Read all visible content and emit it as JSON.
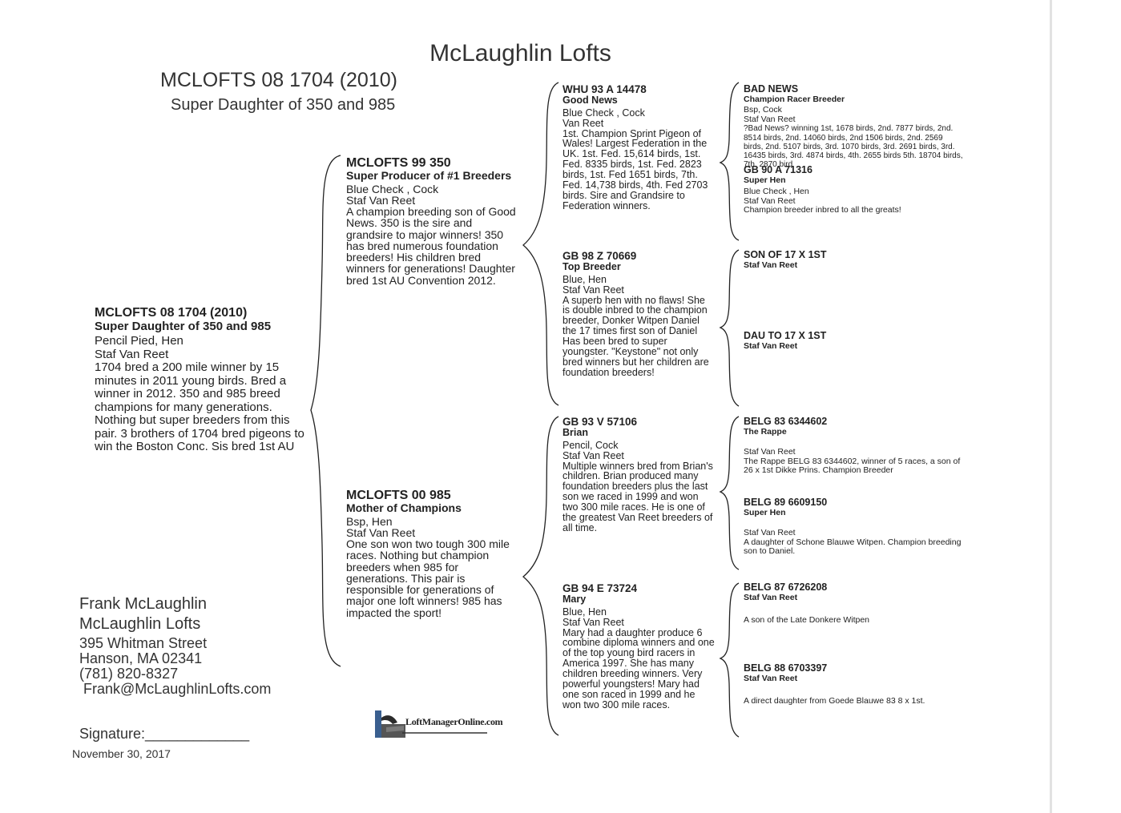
{
  "header": {
    "site_title": "McLaughlin Lofts",
    "title": "MCLOFTS 08 1704 (2010)",
    "subtitle": "Super Daughter of 350 and 985"
  },
  "subject": {
    "id": "MCLOFTS 08 1704 (2010)",
    "name": "Super Daughter of 350 and 985",
    "color_sex": "Pencil Pied, Hen",
    "strain": "Staf Van Reet",
    "notes": "1704 bred a 200 mile winner by 15 minutes in 2011 young birds. Bred a winner in 2012.  350 and 985 breed champions for many generations. Nothing but super breeders from this pair.  3 brothers of 1704 bred pigeons to win the Boston Conc. Sis bred 1st AU"
  },
  "sire": {
    "id": "MCLOFTS 99 350",
    "name": "Super Producer of #1 Breeders",
    "color_sex": "Blue Check , Cock",
    "strain": "Staf Van Reet",
    "notes": "A champion breeding son of Good News.  350 is the sire and grandsire to major winners! 350 has bred numerous foundation breeders!  His children bred winners for generations! Daughter bred 1st AU Convention 2012."
  },
  "dam": {
    "id": "MCLOFTS 00 985",
    "name": "Mother of Champions",
    "color_sex": "Bsp, Hen",
    "strain": "Staf Van Reet",
    "notes": "One son won two tough 300 mile races.  Nothing but champion breeders when 985 for generations.  This pair is responsible for generations of major one loft winners!  985 has impacted the sport!"
  },
  "gen3": [
    {
      "id": "WHU 93 A 14478",
      "name": "Good News",
      "color_sex": "Blue Check , Cock",
      "strain": "Van Reet",
      "notes": "1st. Champion Sprint Pigeon of Wales! Largest Federation in the UK.  1st. Fed. 15,614 birds, 1st. Fed. 8335 birds, 1st. Fed. 2823 birds, 1st. Fed 1651 birds, 7th. Fed. 14,738 birds, 4th. Fed 2703 birds.  Sire and Grandsire to Federation winners."
    },
    {
      "id": "GB 98 Z 70669",
      "name": "Top Breeder",
      "color_sex": "Blue, Hen",
      "strain": "Staf Van Reet",
      "notes": "A superb hen with no flaws!  She is double inbred to the champion breeder, Donker Witpen Daniel the 17 times first son of Daniel Has been bred to super youngster.    \"Keystone\" not only bred winners but her children are foundation breeders!"
    },
    {
      "id": "GB 93 V 57106",
      "name": "Brian",
      "color_sex": "Pencil, Cock",
      "strain": "Staf Van Reet",
      "notes": "Multiple winners bred from Brian's children. Brian produced many foundation breeders plus the last son we raced in 1999 and won two 300 mile races. He is one of the greatest Van Reet breeders of all time."
    },
    {
      "id": "GB 94 E 73724",
      "name": "Mary",
      "color_sex": "Blue, Hen",
      "strain": "Staf Van Reet",
      "notes": "Mary had a daughter produce 6 combine diploma winners and one of the top young bird racers in America 1997.  She has many children breeding winners.  Very powerful youngsters!  Mary had one son raced in 1999 and he won two 300 mile races."
    }
  ],
  "gen4": [
    {
      "id": "BAD NEWS",
      "name": "Champion Racer Breeder",
      "color_sex": "Bsp, Cock",
      "strain": "Staf Van Reet",
      "notes": "?Bad News? winning 1st, 1678 birds, 2nd. 7877 birds, 2nd. 8514 birds, 2nd. 14060 birds, 2nd 1506 birds, 2nd. 2569 birds, 2nd. 5107 birds, 3rd. 1070 birds, 3rd. 2691 birds, 3rd. 16435 birds, 3rd. 4874 birds, 4th. 2655 birds 5th. 18704 birds, 7th. 2870 bird"
    },
    {
      "id": "GB 90 A 71316",
      "name": "Super Hen",
      "color_sex": "Blue Check , Hen",
      "strain": "Staf Van Reet",
      "notes": "Champion breeder inbred to all the greats!"
    },
    {
      "id": "SON OF 17 X 1ST",
      "name": "Staf Van Reet",
      "color_sex": "",
      "strain": "",
      "notes": ""
    },
    {
      "id": "DAU TO 17 X 1ST",
      "name": "Staf Van Reet",
      "color_sex": "",
      "strain": "",
      "notes": ""
    },
    {
      "id": "BELG 83 6344602",
      "name": "The Rappe",
      "color_sex": "",
      "strain": "Staf Van Reet",
      "notes": "The Rappe BELG 83 6344602, winner of 5 races, a son of 26 x 1st Dikke Prins. Champion Breeder"
    },
    {
      "id": "BELG 89 6609150",
      "name": "Super Hen",
      "color_sex": "",
      "strain": "Staf Van Reet",
      "notes": "A daughter of Schone Blauwe Witpen. Champion breeding son to Daniel."
    },
    {
      "id": "BELG 87 6726208",
      "name": "Staf Van Reet",
      "color_sex": "",
      "strain": "",
      "notes": "A son of the Late Donkere Witpen"
    },
    {
      "id": "BELG 88 6703397",
      "name": "Staf Van Reet",
      "color_sex": "",
      "strain": "",
      "notes": "A direct daughter from Goede Blauwe 83  8 x 1st."
    }
  ],
  "contact": {
    "name": "Frank McLaughlin",
    "loft": "McLaughlin Lofts",
    "street": "395 Whitman Street",
    "city": "Hanson, MA 02341",
    "phone": "(781) 820-8327",
    "email": "Frank@McLaughlinLofts.com"
  },
  "signature_label": "Signature:_____________",
  "date": "November 30, 2017",
  "logo_text": "LoftManagerOnline.com"
}
